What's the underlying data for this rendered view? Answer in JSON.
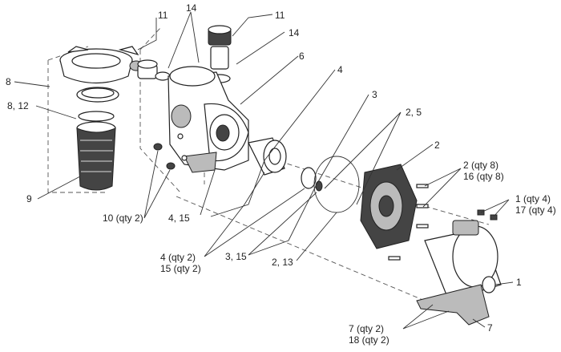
{
  "callouts": {
    "c11a": "11",
    "c14a": "14",
    "c11b": "11",
    "c14b": "14",
    "c6": "6",
    "c4a": "4",
    "c8": "8",
    "c3a": "3",
    "c812": "8, 12",
    "c25": "2, 5",
    "c2": "2",
    "c2q8": "2 (qty 8)",
    "c16q8": "16 (qty 8)",
    "c9": "9",
    "c1q4": "1 (qty 4)",
    "c17q4": "17 (qty 4)",
    "c10q2": "10 (qty 2)",
    "c415": "4, 15",
    "c4q2": "4 (qty 2)",
    "c15q2": "15 (qty 2)",
    "c315": "3, 15",
    "c213": "2, 13",
    "c1": "1",
    "c7q2": "7 (qty 2)",
    "c18q2": "18 (qty 2)",
    "c7": "7"
  }
}
